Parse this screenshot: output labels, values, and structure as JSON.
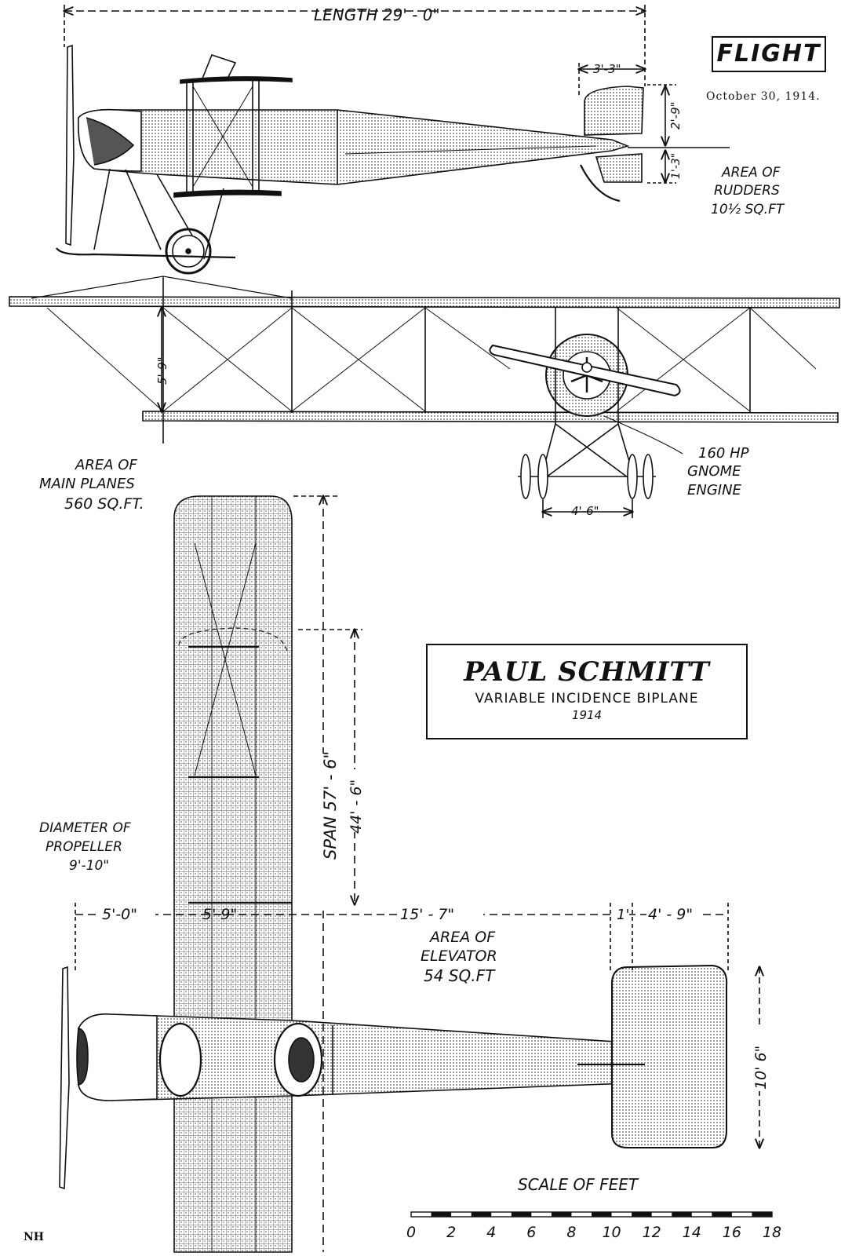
{
  "masthead": {
    "name": "FLIGHT",
    "date": "October 30, 1914."
  },
  "title": {
    "name": "PAUL SCHMITT",
    "subtitle": "VARIABLE INCIDENCE BIPLANE",
    "year": "1914"
  },
  "dimensions": {
    "length": "LENGTH 29' - 0\"",
    "tail_chord": "3'-3\"",
    "rudder_upper": "2'-9\"",
    "rudder_lower": "1'-3\"",
    "gap": "5'-9\"",
    "track": "4'-6\"",
    "span_upper": "SPAN 57' - 6\"",
    "span_lower": "44' - 6\"",
    "nose": "5'-0\"",
    "chord": "5' 9\"",
    "fuselage_mid": "15' - 7\"",
    "tail_gap": "1'",
    "elevator_chord": "4' - 9\"",
    "elevator_span": "10' 6\""
  },
  "notes": {
    "rudders": [
      "AREA OF",
      "RUDDERS",
      "10½ SQ.FT"
    ],
    "main_planes": [
      "AREA OF",
      "MAIN PLANES",
      "560 SQ.FT."
    ],
    "engine": [
      "160 HP",
      "GNOME",
      "ENGINE"
    ],
    "propeller": [
      "DIAMETER OF",
      "PROPELLER",
      "9'-10\""
    ],
    "elevator": [
      "AREA OF",
      "ELEVATOR",
      "54 SQ.FT"
    ]
  },
  "scale": {
    "label": "SCALE OF FEET",
    "ticks": [
      "0",
      "2",
      "4",
      "6",
      "8",
      "10",
      "12",
      "14",
      "16",
      "18"
    ]
  },
  "signature": "NH"
}
